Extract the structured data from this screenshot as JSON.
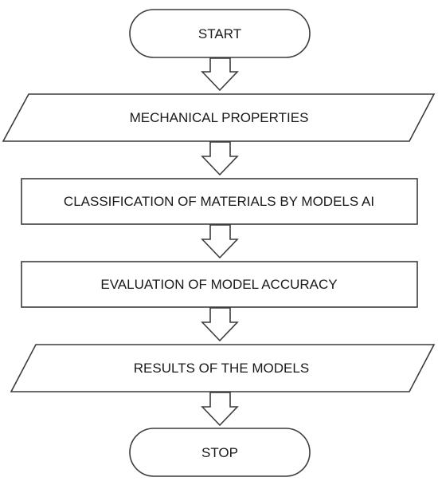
{
  "flowchart": {
    "start": {
      "label": "START",
      "shape": "terminator"
    },
    "mechanical": {
      "label": "MECHANICAL PROPERTIES",
      "shape": "parallelogram"
    },
    "classification": {
      "label": "CLASSIFICATION OF MATERIALS BY MODELS AI",
      "shape": "process"
    },
    "evaluation": {
      "label": "EVALUATION OF MODEL ACCURACY",
      "shape": "process"
    },
    "results": {
      "label": "RESULTS OF THE MODELS",
      "shape": "parallelogram"
    },
    "stop": {
      "label": "STOP",
      "shape": "terminator"
    }
  },
  "colors": {
    "stroke": "#3c3c3c",
    "fill": "#ffffff",
    "text": "#1a1a1a"
  }
}
